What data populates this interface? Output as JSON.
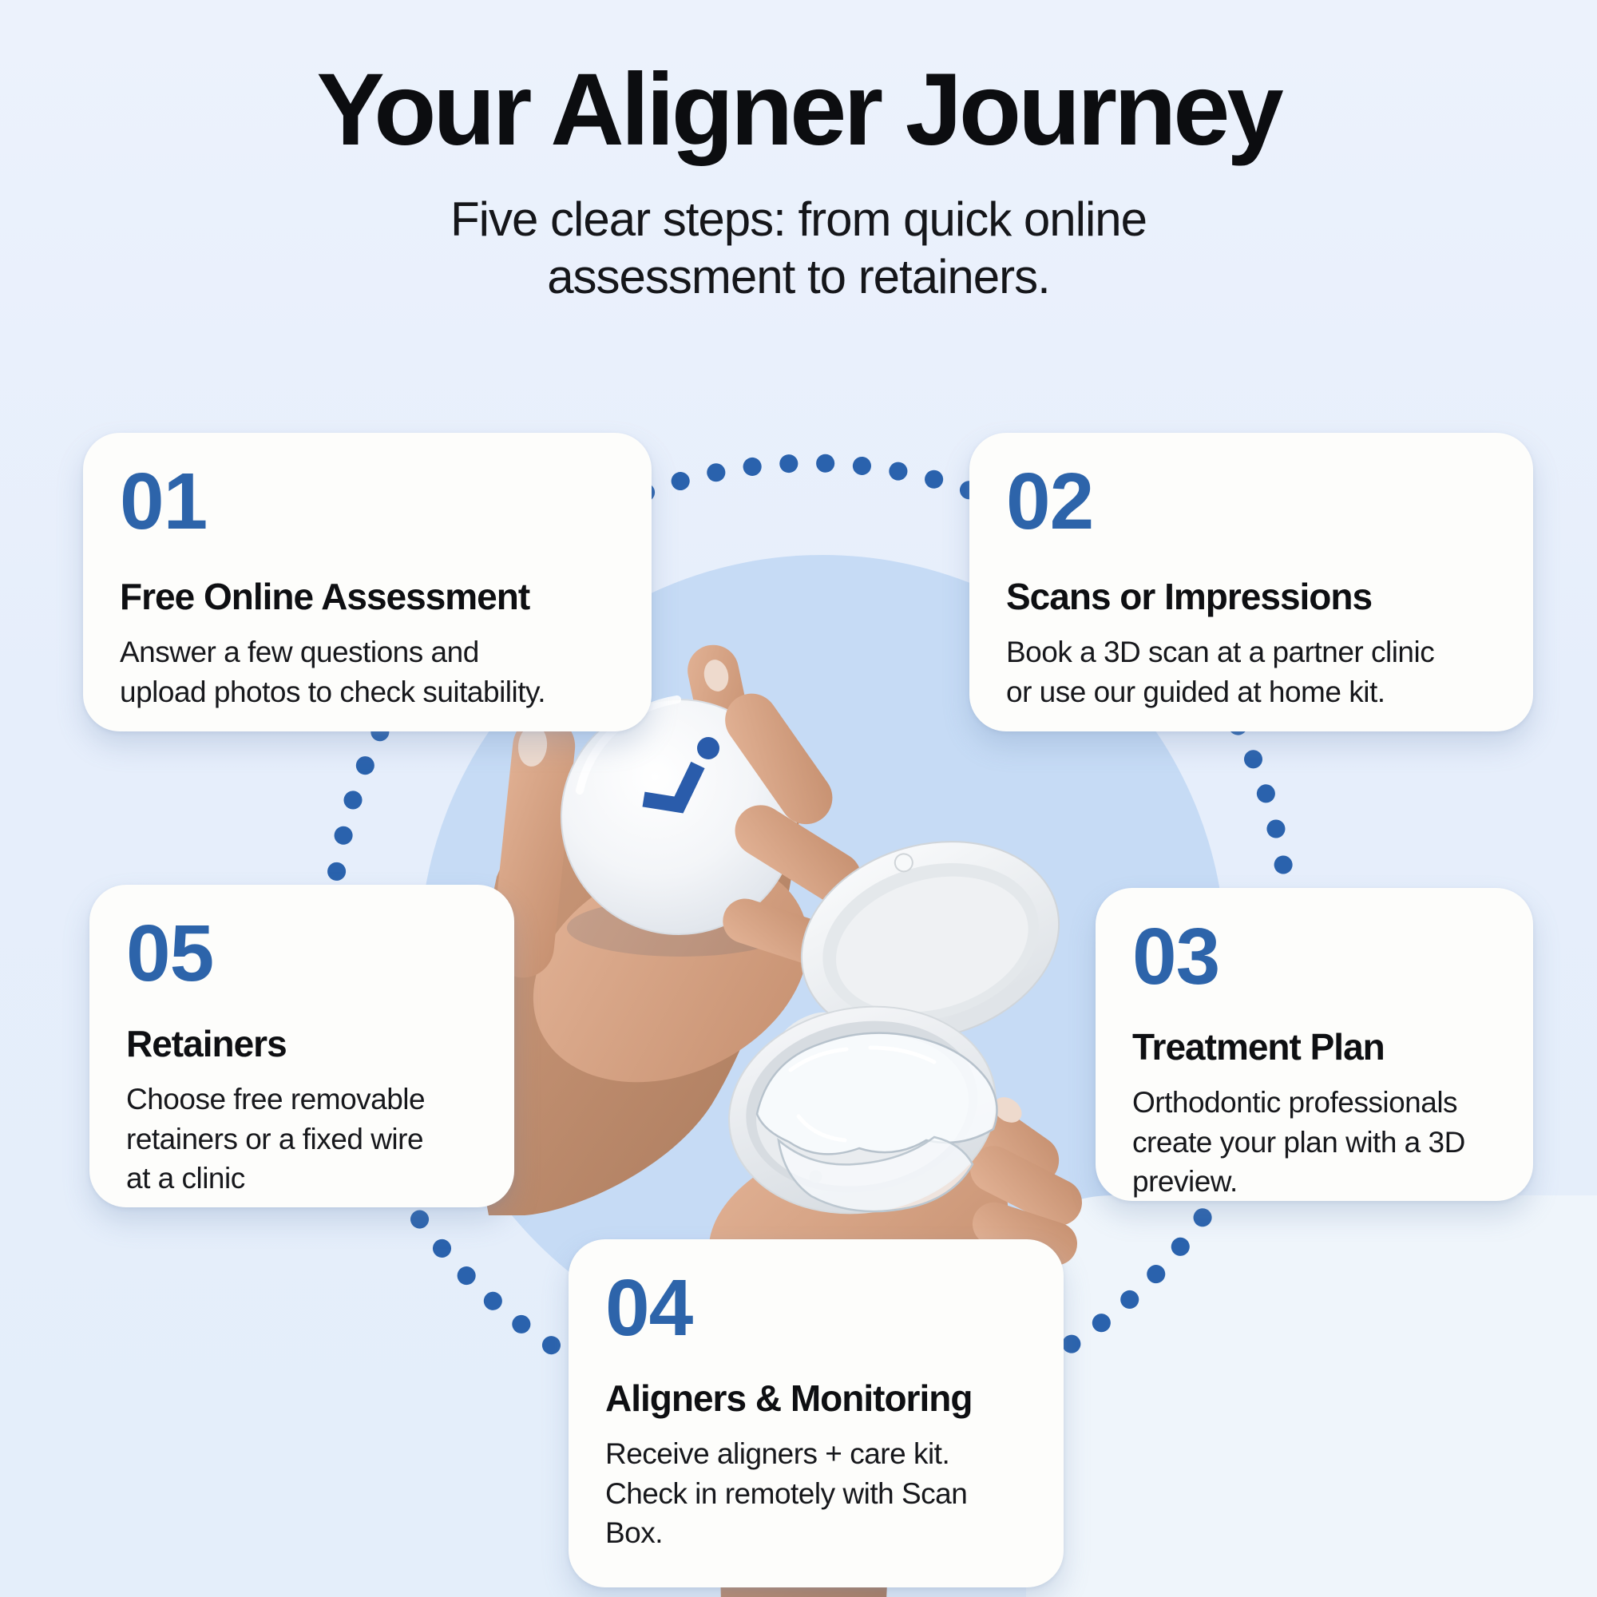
{
  "header": {
    "title": "Your Aligner Journey",
    "subtitle": "Five clear steps: from quick online\nassessment to retainers."
  },
  "steps": [
    {
      "number": "01",
      "title": "Free Online Assessment",
      "description": "Answer a few questions and\nupload photos to check suitability."
    },
    {
      "number": "02",
      "title": "Scans or Impressions",
      "description": "Book a 3D scan at a partner clinic\nor use our guided at home kit."
    },
    {
      "number": "03",
      "title": "Treatment Plan",
      "description": "Orthodontic professionals\ncreate your plan with a 3D\npreview."
    },
    {
      "number": "04",
      "title": "Aligners & Monitoring",
      "description": "Receive aligners + care kit.\nCheck in remotely with Scan\nBox."
    },
    {
      "number": "05",
      "title": "Retainers",
      "description": "Choose free removable\nretainers or a fixed wire\nat a clinic"
    }
  ],
  "illustration": {
    "center_photo": "two hands holding aligner cases, one closed with brand logo, one open with clear aligners",
    "logo_icon": "brand-check-icon"
  },
  "colors": {
    "background": "#e6eefb",
    "center_circle": "#c6dbf5",
    "bottom_panel": "#eff5fb",
    "dotted_ring": "#2a62ad",
    "step_number": "#2d64aa",
    "card_background": "#fdfdfb",
    "text": "#101114"
  }
}
